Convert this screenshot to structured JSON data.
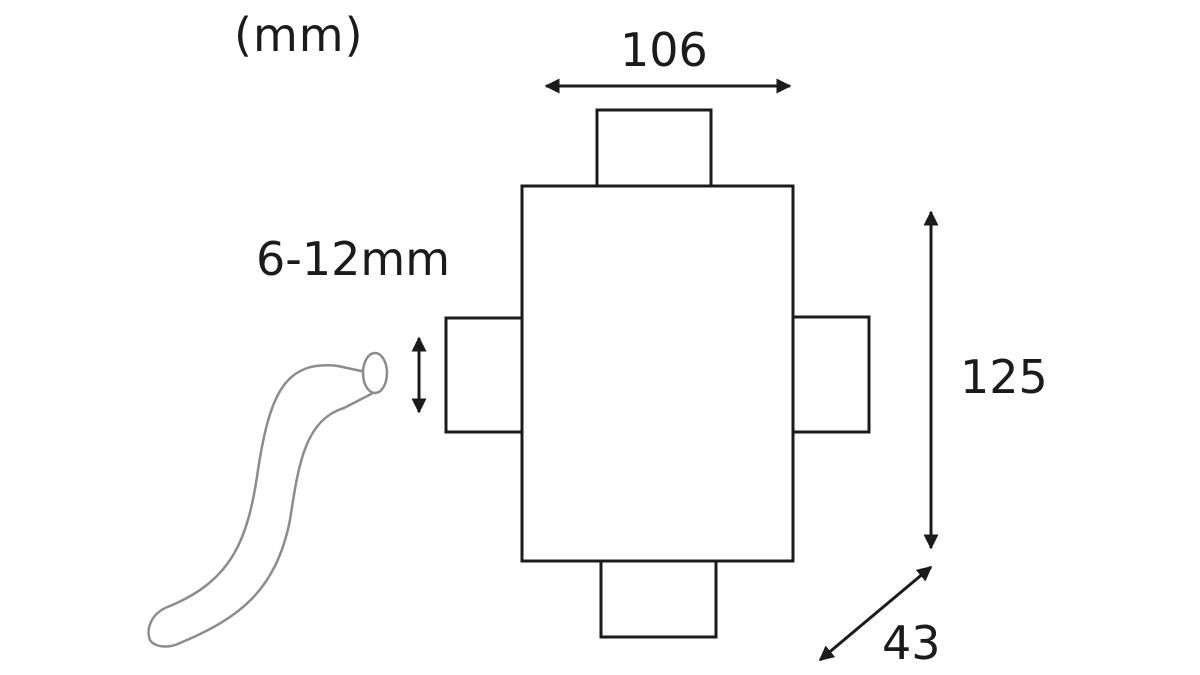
{
  "diagram": {
    "units": "(mm)",
    "dimensions": {
      "width": "106",
      "height": "125",
      "depth": "43",
      "cable_diameter": "6-12mm"
    },
    "colors": {
      "outline": "#1b1b1b",
      "cable": "#8c8c8c",
      "background": "#ffffff"
    }
  }
}
